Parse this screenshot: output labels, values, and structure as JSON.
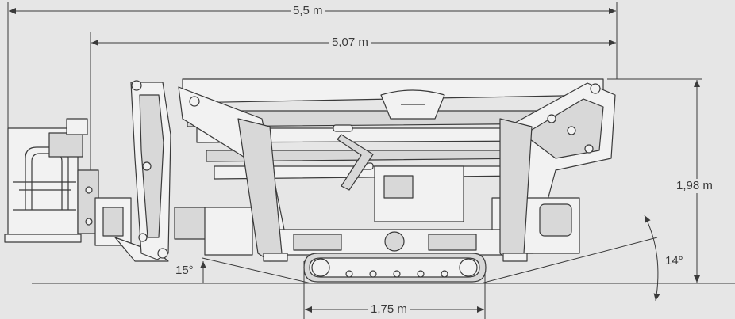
{
  "dimensions": {
    "overall_length": "5,5 m",
    "transport_length": "5,07 m",
    "height": "1,98 m",
    "track_width": "1,75 m",
    "front_angle": "15°",
    "rear_angle": "14°"
  },
  "colors": {
    "background": "#e6e6e6",
    "line": "#3a3a3a",
    "fill_light": "#f2f2f2",
    "fill_mid": "#d8d8d8"
  }
}
